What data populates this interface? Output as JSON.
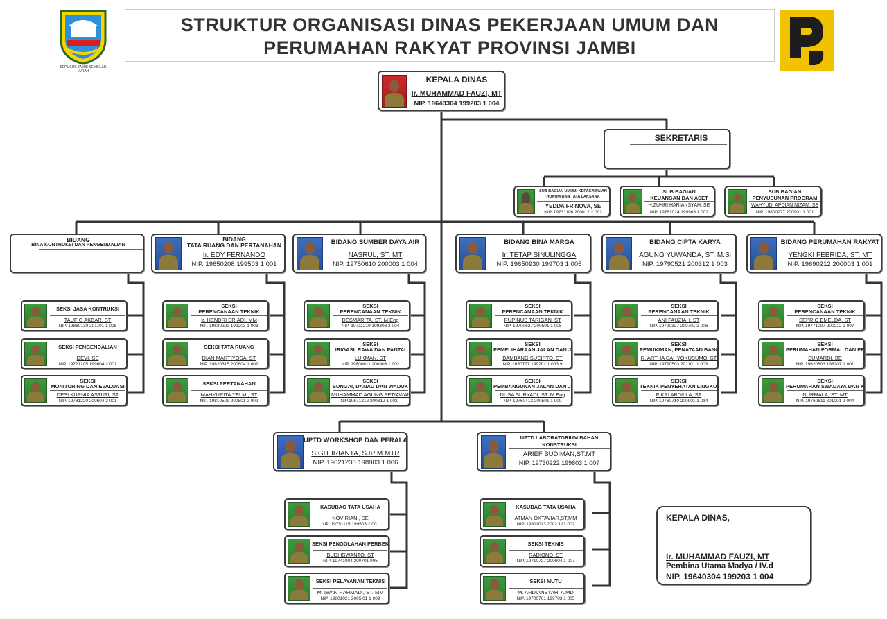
{
  "header": {
    "title_line1": "STRUKTUR ORGANISASI DINAS PEKERJAAN UMUM DAN",
    "title_line2": "PERUMAHAN RAKYAT PROVINSI JAMBI",
    "left_logo_caption": "SEPUCUK JAMBI SEMBILAN LURAH"
  },
  "colors": {
    "photo_green": "#3d9a3d",
    "photo_blue": "#3c6fbf",
    "uniform": "#8b7a3a",
    "pupr_yellow": "#f2c200",
    "line": "#333333"
  },
  "kepala": {
    "title": "KEPALA DINAS",
    "name": "Ir. MUHAMMAD FAUZI, MT",
    "nip": "NIP. 19640304 199203 1 004"
  },
  "sekretaris": {
    "title": "SEKRETARIS"
  },
  "subbagian": [
    {
      "title1": "SUB BAGIAN UMUM, KEPAGAWAIAN",
      "title2": "HUKUM DAN TATA LAKSANA",
      "name": "YEDDA FRINOVA, SE",
      "nip": "NIP. 19731106 200012 2 002"
    },
    {
      "title1": "SUB BAGIAN",
      "title2": "KEUANGAN DAN ASET",
      "name": "H.ZUHRI HARIANSYAH, SE",
      "nip": "NIP. 19781024 199903 1 002"
    },
    {
      "title1": "SUB BAGIAN",
      "title2": "PENYUSUNAN PROGRAM",
      "name": "WAHYUDI APDIAN NIZAM, SE",
      "nip": "NIP. 19800227 200901 1 001"
    }
  ],
  "bidang": [
    {
      "title1": "BIDANG",
      "title2": "BINA KONTRUKSI DAN PENGENDALIAN",
      "name": "",
      "nip": "",
      "seksi": [
        {
          "title1": "SEKSI JASA KONTRUKSI",
          "title2": "",
          "name": "TAUFIQ AKBAR, ST",
          "nip": "NIP. 19860130 201101 1 006"
        },
        {
          "title1": "SEKSI PENGENDALIAN",
          "title2": "",
          "name": "DEVI, SE",
          "nip": "NIP. 19721205 199604 2 001"
        },
        {
          "title1": "SEKSI",
          "title2": "MONITORING DAN EVALUASI",
          "name": "DESI KURNIA ASTUTI, ST",
          "nip": "NIP. 19781220 200604 2 001"
        }
      ]
    },
    {
      "title1": "BIDANG",
      "title2": "TATA RUANG DAN PERTANAHAN",
      "name": "Ir. EDY FERNANDO",
      "nip": "NIP. 19650208 199503 1 001",
      "seksi": [
        {
          "title1": "SEKSI",
          "title2": "PERENCANAAN TEKNIK",
          "name": "Ir. HENDRI ERIADI, MM",
          "nip": "NIP. 19630222 199203 1 003"
        },
        {
          "title1": "SEKSI TATA RUANG",
          "title2": "",
          "name": "DIAN MARTIYOSA, ST",
          "nip": "NIP. 19820315 200804 1 002"
        },
        {
          "title1": "SEKSI PERTANAHAN",
          "title2": "",
          "name": "MAHYURITA YELMI, ST",
          "nip": "NIP. 19810509 200501 2 009"
        }
      ]
    },
    {
      "title1": "BIDANG SUMBER DAYA AIR",
      "title2": "",
      "name": "NASRUL, ST. MT",
      "nip": "NIP. 19750610 200003 1 004",
      "seksi": [
        {
          "title1": "SEKSI",
          "title2": "PERENCANAAN TEKNIK",
          "name": "DESMARITA, ST. M.Eng",
          "nip": "NIP. 19711219 199303 2 004"
        },
        {
          "title1": "SEKSI",
          "title2": "IRIGASI, RAWA DAN PANTAI",
          "name": "LUKMAN, ST",
          "nip": "NIP. 19800611 200903 1 002"
        },
        {
          "title1": "SEKSI",
          "title2": "SUNGAI, DANAU DAN WADUK",
          "name": "MUHAMMAD AGUNG SETIAWAN,ST",
          "nip": "NIP.19671212 200312 1 002 -"
        }
      ]
    },
    {
      "title1": "BIDANG BINA MARGA",
      "title2": "",
      "name": "Ir. TETAP SINULINGGA",
      "nip": "NIP. 19650930 199703 1 005",
      "seksi": [
        {
          "title1": "SEKSI",
          "title2": "PERENCANAAN TEKNIK",
          "name": "RUPINUS TARIGAN, ST",
          "nip": "NIP. 19700627 200501 1 008"
        },
        {
          "title1": "SEKSI",
          "title2": "PEMELIHARAAN JALAN DAN JEMBATAN",
          "name": "BAMBANG SUCIPTO, ST",
          "nip": "NIP. 1650727 199202 1 003 9"
        },
        {
          "title1": "SEKSI",
          "title2": "PEMBANGUNAN JALAN DAN JEMBATAN",
          "name": "NUSA SURYADI, ST. M.Eng",
          "nip": "NIP. 19760412 200501 1 009"
        }
      ]
    },
    {
      "title1": "BIDANG CIPTA KARYA",
      "title2": "",
      "name": "AGUNG YUWANDA, ST. M.Si",
      "nip": "NIP. 19790521 200312 1 003",
      "seksi": [
        {
          "title1": "SEKSI",
          "title2": "PERENCANAAN TEKNIK",
          "name": "ANI FAUZIAH, ST",
          "nip": "NIP. 19790327 200701 2 006"
        },
        {
          "title1": "SEKSI",
          "title2": "PEMUKIMAN, PENATAAN BANGUNAN DAN AIR MINUM",
          "name": "R. ARTHA CAHYOKUSUMO, ST",
          "nip": "NIP. 19790503 201101 1 003"
        },
        {
          "title1": "SEKSI",
          "title2": "TEKNIK PENYEHATAN LINGKUNGAN",
          "name": "FIKRI ABDILLA, ST",
          "nip": "NIP. 19760710 200901 1 014"
        }
      ]
    },
    {
      "title1": "BIDANG PERUMAHAN RAKYAT",
      "title2": "",
      "name": "YENGKI FEBRIDA, ST. MT",
      "nip": "NIP. 19690212 200003 1 001",
      "seksi": [
        {
          "title1": "SEKSI",
          "title2": "PERENCANAAN TEKNIK",
          "name": "SEPRIO EMELDA, ST",
          "nip": "NIP. 19771007 200212 2 007"
        },
        {
          "title1": "SEKSI",
          "title2": "PERUMAHAN FORMAL DAN PEMBIAYAAN",
          "name": "SUMARDI, BE",
          "nip": "NIP. 19620603 198207 1 001"
        },
        {
          "title1": "SEKSI",
          "title2": "PERUMAHAN SWADAYA DAN KAWASAN",
          "name": "NURMALA, ST. MT",
          "nip": "NIP. 19760611 201001 2 004"
        }
      ]
    }
  ],
  "uptd": [
    {
      "title1": "UPTD WORKSHOP DAN PERALATAN",
      "title2": "",
      "name": "SIGIT IRIANTA, S.IP M.MTR",
      "nip": "NIP. 19621230 198803 1 006",
      "seksi": [
        {
          "title1": "KASUBAG TATA USAHA",
          "title2": "",
          "name": "NOVIRIANI, SE",
          "nip": "NIP. 19751115 199503 2 001"
        },
        {
          "title1": "SEKSI PENGOLAHAN PERBEKALAN",
          "title2": "",
          "name": "BUDI ISWANTO, ST",
          "nip": "NIP. 19741004 200701 005"
        },
        {
          "title1": "SEKSI PELAYANAN TEKNIS",
          "title2": "",
          "name": "M. IWAN RAHMADI, ST. MM",
          "nip": "NIP. 19801021 2005 01 1 009"
        }
      ]
    },
    {
      "title1": "UPTD LABORATORIUM BAHAN",
      "title2": "KONSTRUKSI",
      "name": "ARIEF BUDIMAN,ST.MT",
      "nip": "NIP. 19730222 199803 1 007",
      "seksi": [
        {
          "title1": "KASUBAG TATA USAHA",
          "title2": "",
          "name": "ATMAN OKTAVIAR,ST,MM",
          "nip": "NIP. 19811023 2002 121 002"
        },
        {
          "title1": "SEKSI TEKNIS",
          "title2": "",
          "name": "RADIONO, ST",
          "nip": "NIP. 19710727 200604 1 007"
        },
        {
          "title1": "SEKSI MUTU",
          "title2": "",
          "name": "M. ARDIANSYAH, A.MD",
          "nip": "NIP. 19700701 199703 1 005"
        }
      ]
    }
  ],
  "signature": {
    "title": "KEPALA DINAS,",
    "name": "Ir. MUHAMMAD FAUZI, MT",
    "rank": "Pembina Utama Madya / IV.d",
    "nip": "NIP. 19640304 199203 1 004"
  }
}
